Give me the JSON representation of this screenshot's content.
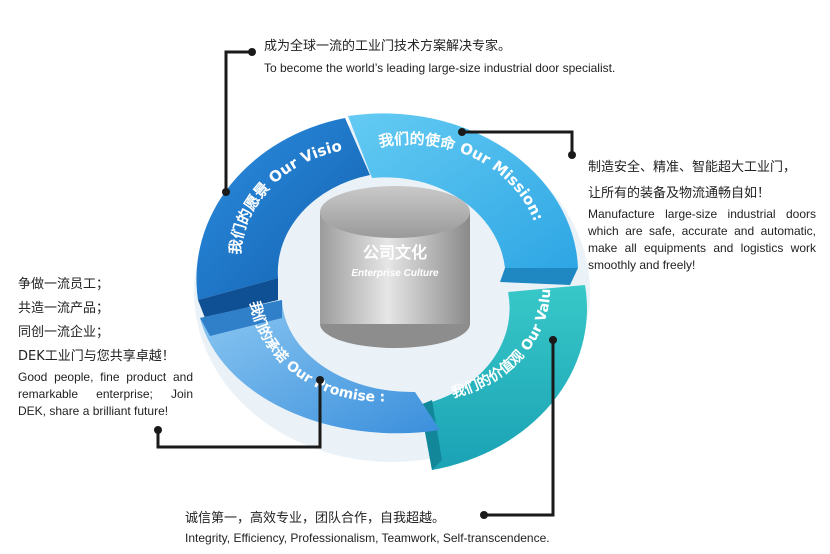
{
  "center": {
    "title": "公司文化",
    "subtitle": "Enterprise Culture"
  },
  "segments": {
    "vision": "我们的愿景 Our Vision:",
    "mission": "我们的使命 Our Mission:",
    "values": "我们的价值观 Our Values:",
    "promise": "我们的承诺 Our Promise :"
  },
  "vision_block": {
    "cn": "成为全球一流的工业门技术方案解决专家。",
    "en": "To become the world’s leading large-size industrial door specialist."
  },
  "mission_block": {
    "cn1": "制造安全、精准、智能超大工业门，",
    "cn2": "让所有的装备及物流通畅自如！",
    "en": "Manufacture large-size industrial doors which are safe, accurate and automatic, make all equipments and logistics work smoothly and freely!"
  },
  "promise_block": {
    "cn1": "争做一流员工；",
    "cn2": "共造一流产品；",
    "cn3": "同创一流企业；",
    "cn4": "DEK工业门与您共享卓越！",
    "en": "Good people, fine product and remarkable enterprise; Join DEK, share a brilliant future!"
  },
  "values_block": {
    "cn": "诚信第一，高效专业，团队合作，自我超越。",
    "en": "Integrity, Efficiency, Professionalism, Teamwork, Self-transcendence."
  },
  "colors": {
    "vision": "#1e74c6",
    "mission": "#3fb6ea",
    "values": "#2bbcc0",
    "promise": "#5fa8e6",
    "connector": "#1a1a1a"
  }
}
